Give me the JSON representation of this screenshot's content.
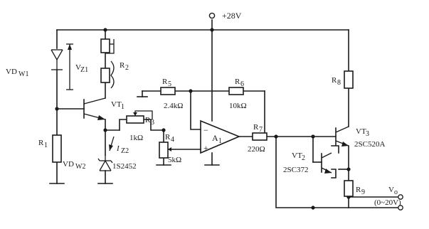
{
  "supply": {
    "label": "+28V"
  },
  "zener1": {
    "name": "VD",
    "sub": "W1",
    "voltage_label": "V",
    "voltage_sub": "Z1"
  },
  "zener2": {
    "name": "VD",
    "sub": "W2",
    "part": "1S2452",
    "current_label": "I",
    "current_sub": "Z2"
  },
  "transistor1": {
    "name": "VT",
    "sub": "1"
  },
  "transistor2": {
    "name": "VT",
    "sub": "2",
    "part": "2SC372"
  },
  "transistor3": {
    "name": "VT",
    "sub": "3",
    "part": "2SC520A"
  },
  "opamp": {
    "name": "A",
    "sub": "1",
    "minus": "−",
    "plus": "+"
  },
  "resistors": {
    "r1_left": {
      "name": "R",
      "sub": "1"
    },
    "r2": {
      "name": "R",
      "sub": "2"
    },
    "r3": {
      "name": "R",
      "sub": "3",
      "value": "1kΩ"
    },
    "r4": {
      "name": "R",
      "sub": "4",
      "value": "5kΩ"
    },
    "r5": {
      "name": "R",
      "sub": "5",
      "value": "2.4kΩ"
    },
    "r6": {
      "name": "R",
      "sub": "6",
      "value": "10kΩ"
    },
    "r7": {
      "name": "R",
      "sub": "7",
      "value": "220Ω"
    },
    "r8": {
      "name": "R",
      "sub": "8"
    },
    "r9": {
      "name": "R",
      "sub": "9"
    }
  },
  "output": {
    "label": "V",
    "sub": "o",
    "range": "(0~20V)"
  }
}
